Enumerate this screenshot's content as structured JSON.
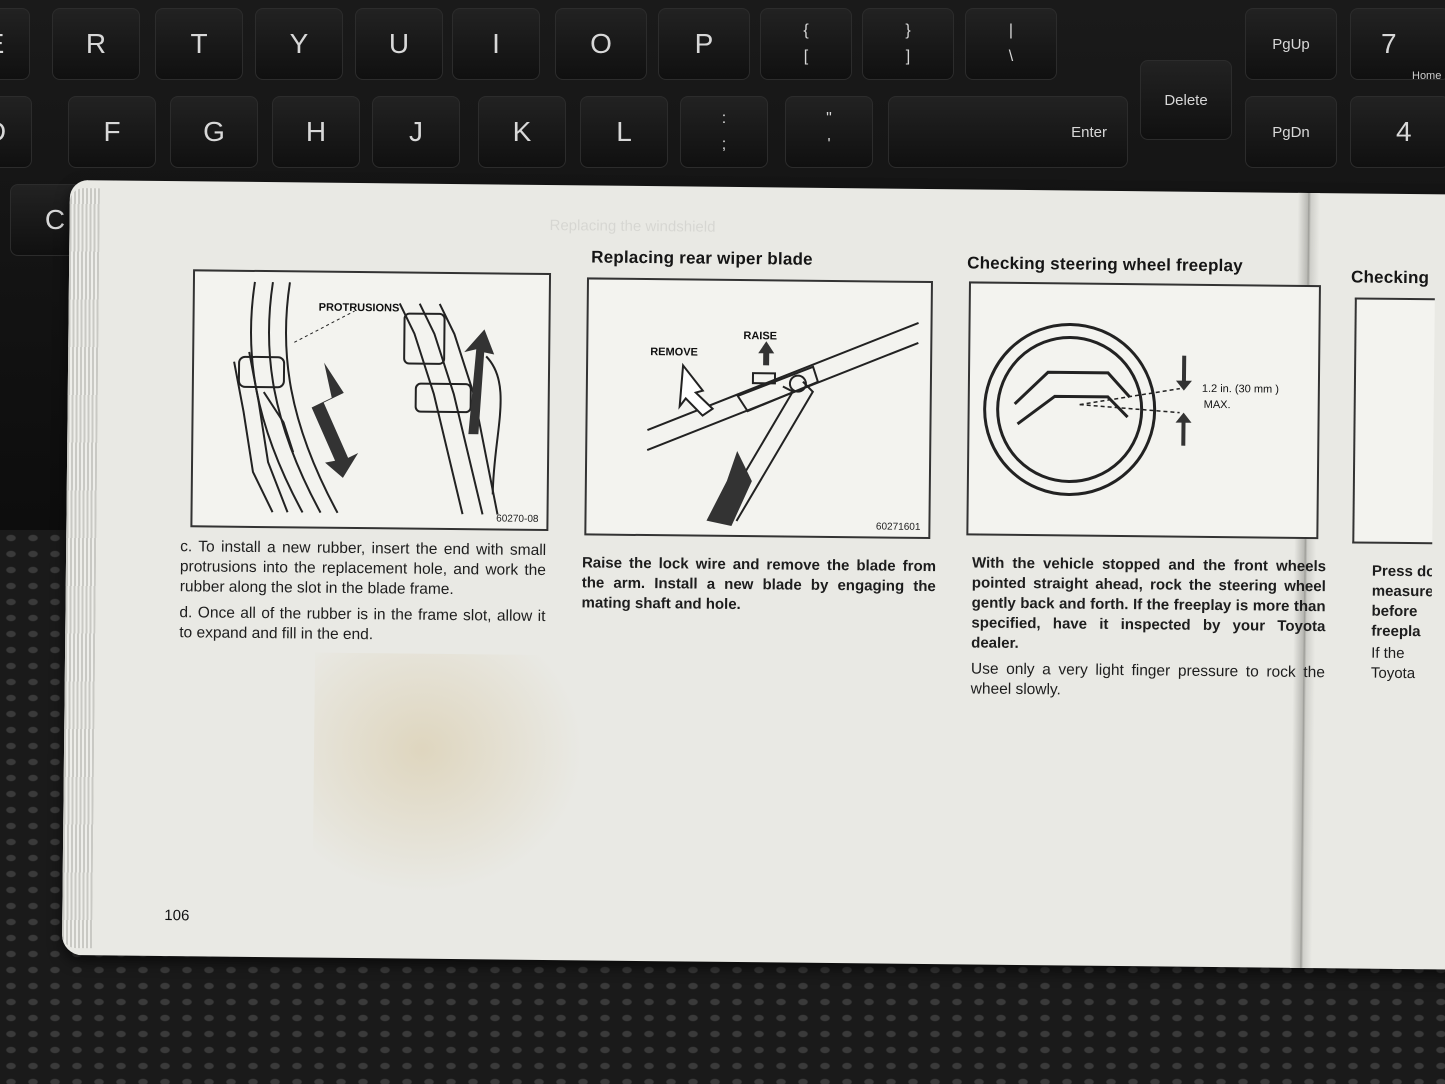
{
  "keyboard": {
    "row1": [
      "E",
      "R",
      "T",
      "Y",
      "U",
      "I",
      "O",
      "P"
    ],
    "bracket_keys": [
      {
        "top": "{",
        "bottom": "["
      },
      {
        "top": "}",
        "bottom": "]"
      },
      {
        "top": "|",
        "bottom": "\\"
      }
    ],
    "pgup": "PgUp",
    "num7": "7",
    "home": "Home",
    "delete": "Delete",
    "row2": [
      "D",
      "F",
      "G",
      "H",
      "J",
      "K",
      "L"
    ],
    "semicolon_key": {
      "top": ":",
      "bottom": ";"
    },
    "quote_key": {
      "top": "\"",
      "bottom": "'"
    },
    "enter": "Enter",
    "pgdn": "PgDn",
    "num4": "4",
    "row3": [
      "C"
    ]
  },
  "manual": {
    "page_number": "106",
    "column1": {
      "figure_labels": {
        "protrusions": "PROTRUSIONS"
      },
      "figure_code": "60270-08",
      "paragraphs": [
        "c. To install a new rubber, insert the end with small protrusions into the replacement hole, and work the rubber along the slot in the blade frame.",
        "d. Once all of the rubber is in the frame slot, allow it to expand and fill in the end."
      ]
    },
    "column2": {
      "title": "Replacing rear wiper blade",
      "figure_labels": {
        "remove": "REMOVE",
        "raise": "RAISE"
      },
      "figure_code": "60271601",
      "paragraphs": [
        "Raise the lock wire and remove the blade from the arm. Install a new blade by engaging the mating shaft and hole."
      ]
    },
    "column3": {
      "title": "Checking steering wheel freeplay",
      "figure_labels": {
        "measure": "1.2 in. (30 mm )",
        "max": "MAX."
      },
      "paragraphs": [
        "With the vehicle stopped and the front wheels pointed straight ahead, rock the steering wheel gently back and forth. If the freeplay is more than specified, have it inspected by your Toyota dealer.",
        "Use only a very light finger pressure to rock the wheel slowly."
      ]
    },
    "column4": {
      "title": "Checking",
      "lines": [
        "Press do",
        "measure",
        "before",
        "freepla",
        "If  the",
        "Toyota"
      ]
    }
  }
}
